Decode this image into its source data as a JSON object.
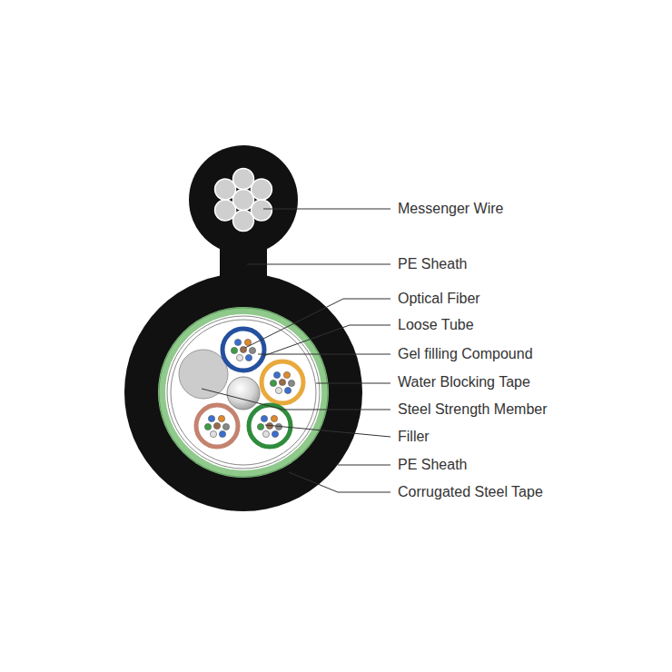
{
  "diagram": {
    "labels": [
      "Messenger Wire",
      "PE Sheath",
      "Optical Fiber",
      "Loose Tube",
      "Gel filling Compound",
      "Water Blocking Tape",
      "Steel Strength Member",
      "Filler",
      "PE Sheath",
      "Corrugated Steel Tape"
    ]
  }
}
